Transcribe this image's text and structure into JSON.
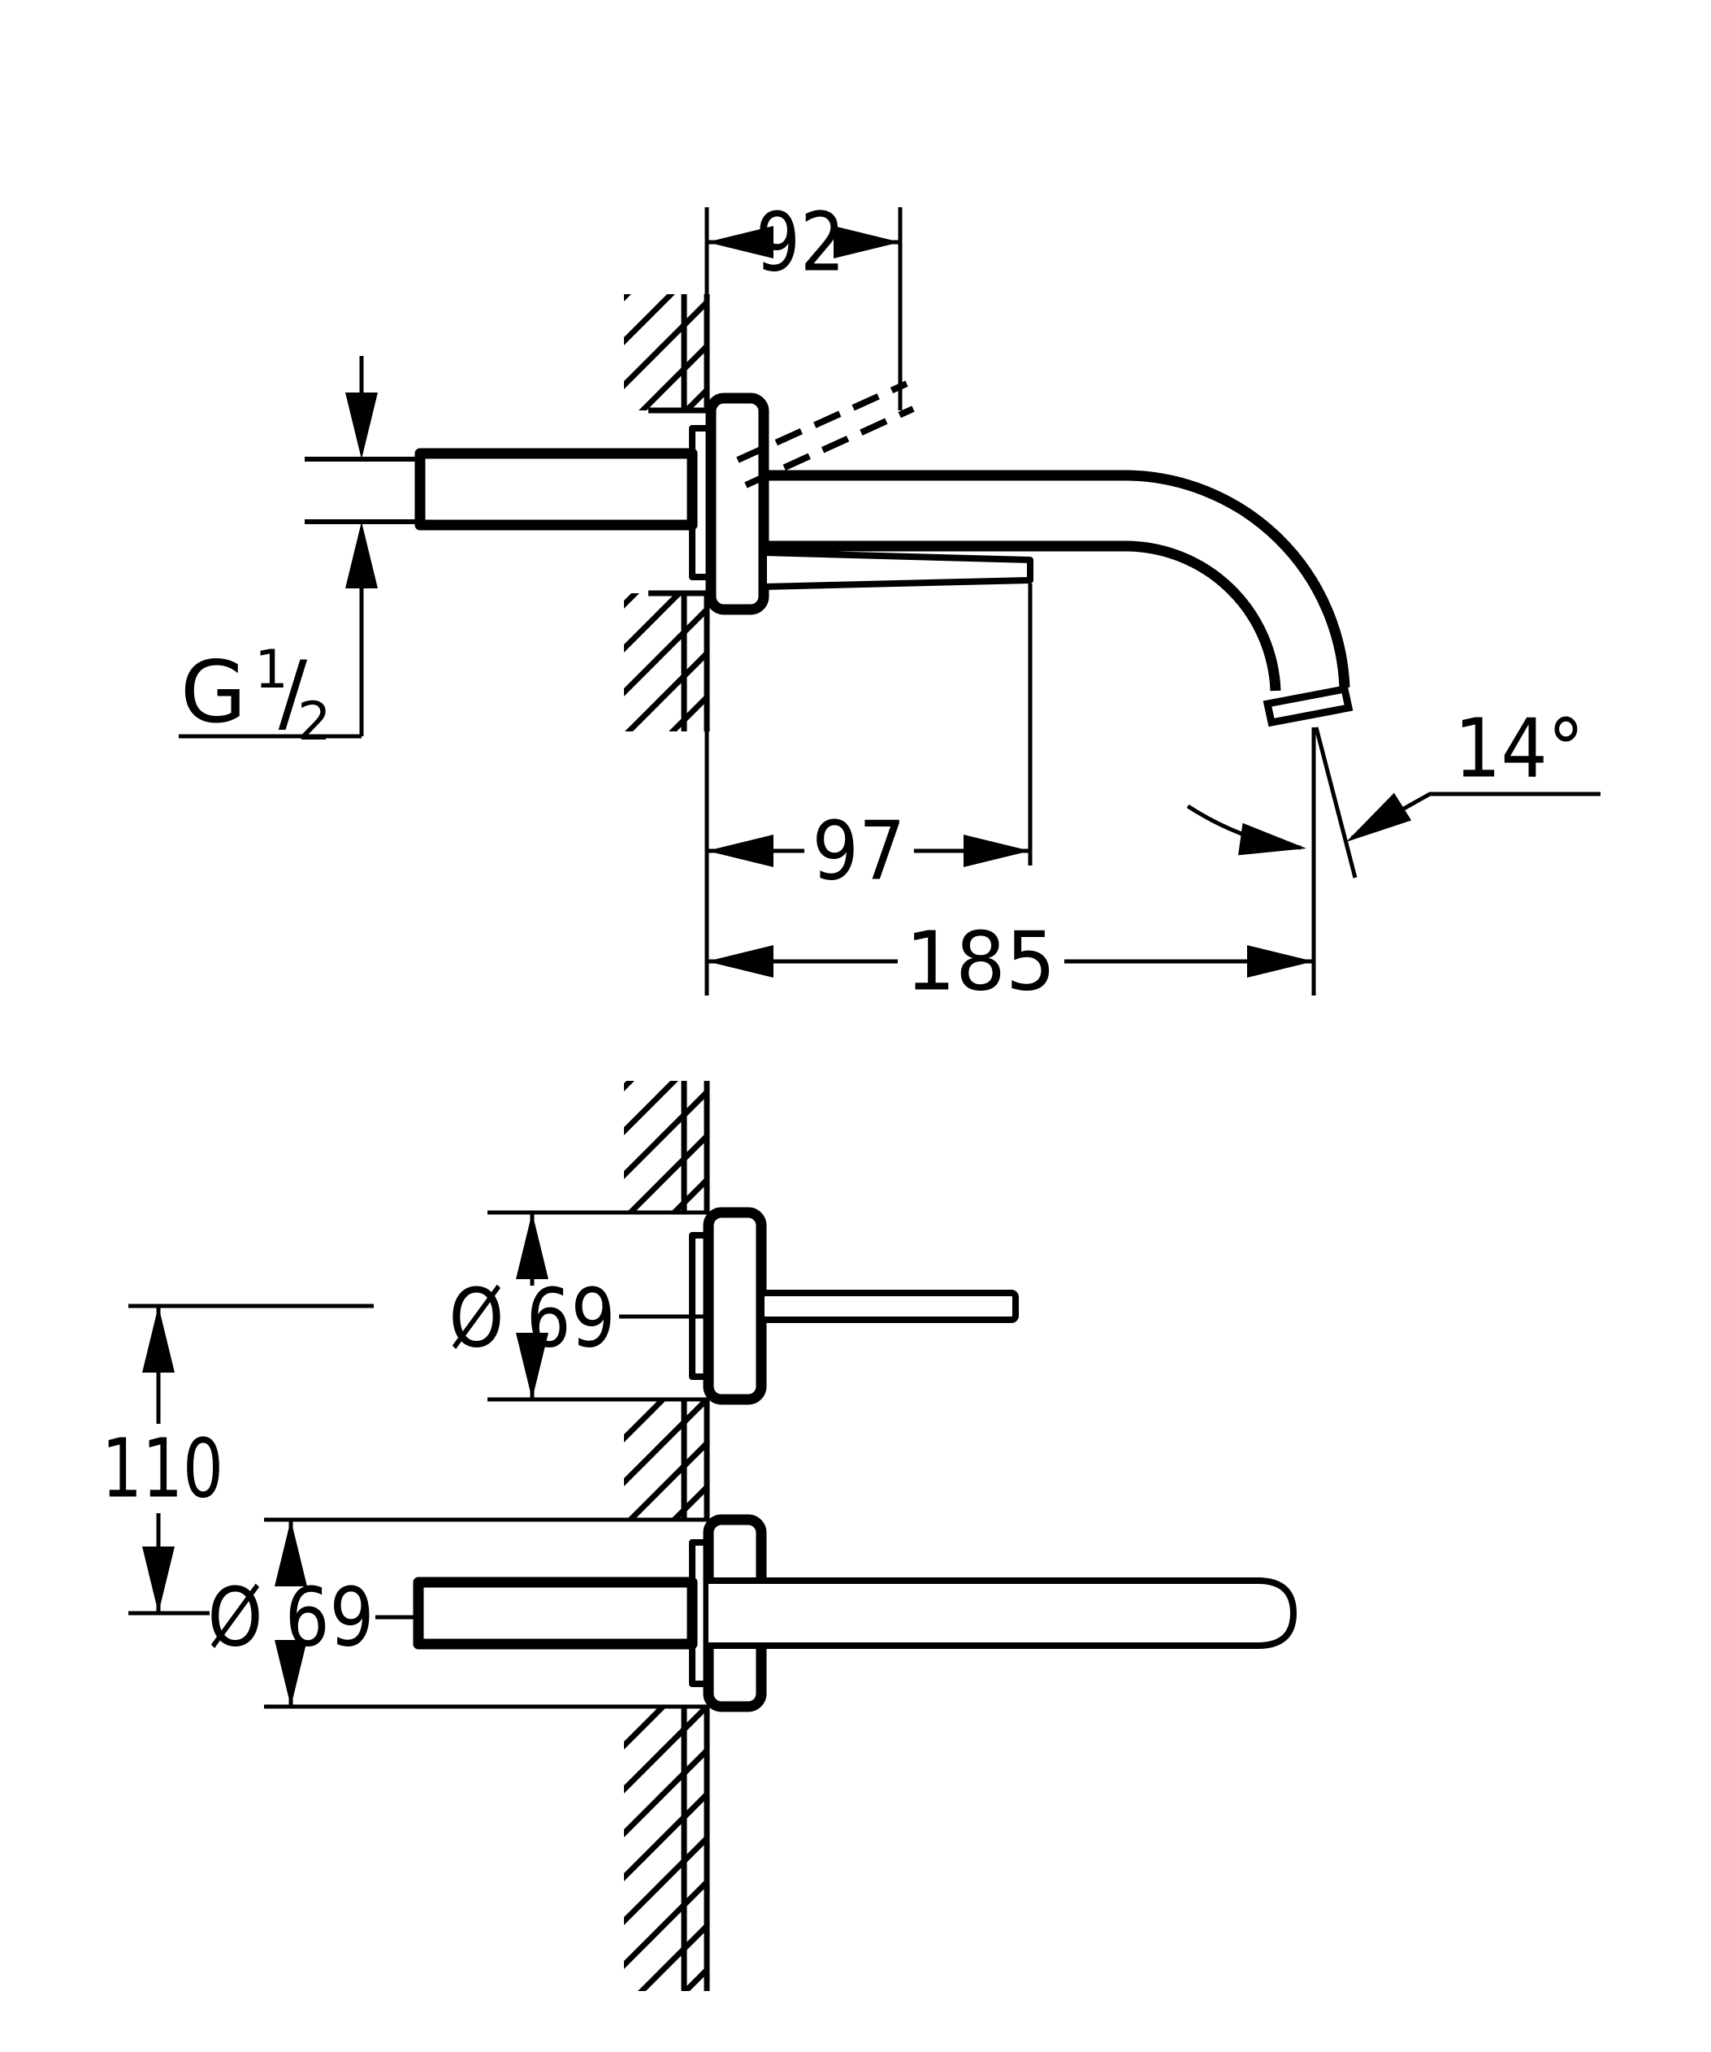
{
  "drawing": {
    "background": "#ffffff",
    "line_color": "#000000",
    "type": "faucet installation dimension drawing, two orthographic views"
  },
  "side_view": {
    "dim_open_lever_reach": "92",
    "dim_closed_lever_reach": "97",
    "dim_spout_reach": "185",
    "dim_spout_outlet_angle": "14°",
    "thread_label": {
      "prefix": "G",
      "numerator": "1",
      "slash": "/",
      "denominator": "2"
    }
  },
  "front_view": {
    "dim_handle_escutcheon_diameter": "Ø 69",
    "dim_spout_escutcheon_diameter": "Ø 69",
    "dim_vertical_center_distance": "110"
  }
}
